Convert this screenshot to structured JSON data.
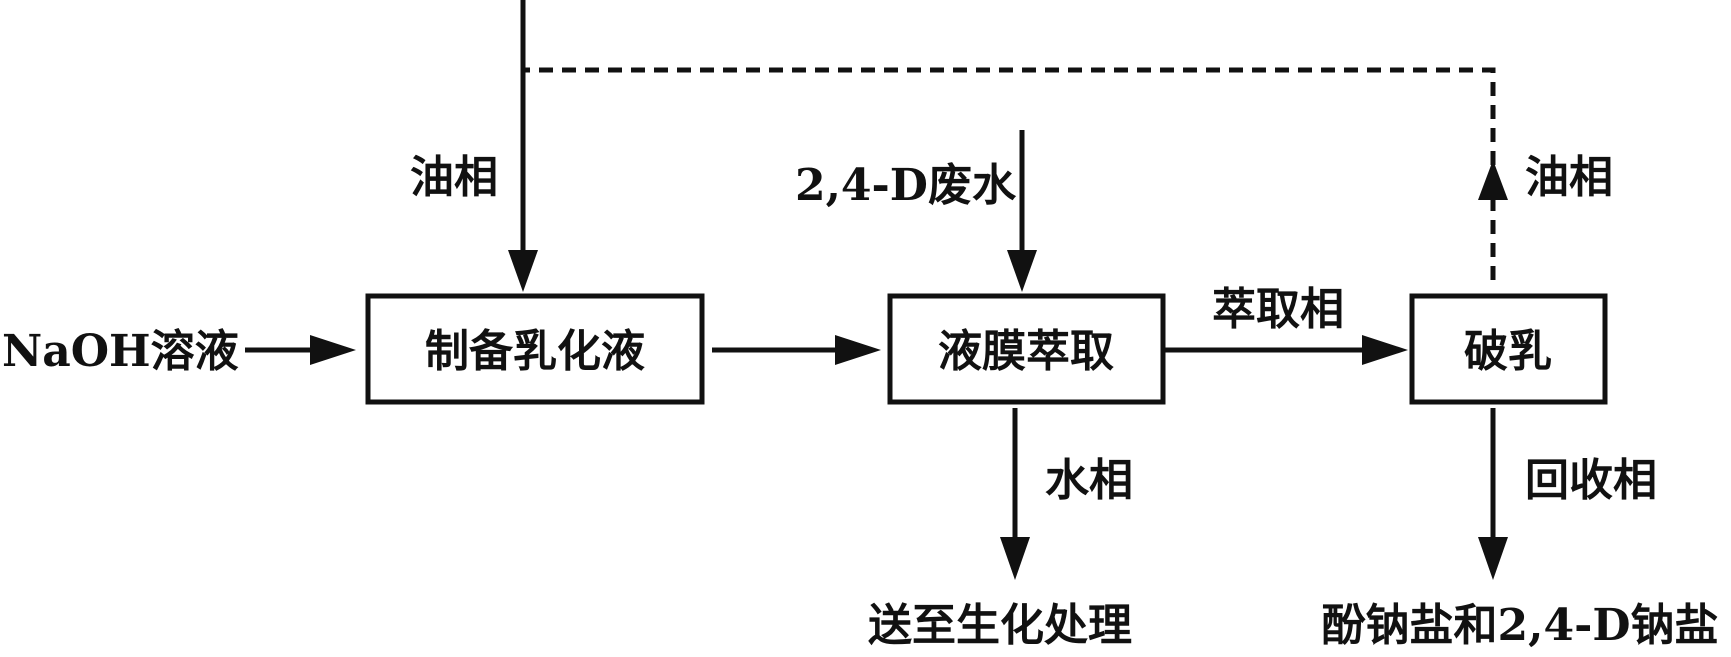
{
  "boxes": {
    "prepare_emulsion": "制备乳化液",
    "membrane_extraction": "液膜萃取",
    "demulsification": "破乳"
  },
  "labels": {
    "naoh_solution": "NaOH溶液",
    "oil_phase_in": "油相",
    "wastewater": "2,4-D废水",
    "extract_phase": "萃取相",
    "oil_phase_recycle": "油相",
    "water_phase": "水相",
    "to_biochemical": "送至生化处理",
    "recovery_phase": "回收相",
    "product": "酚钠盐和2,4-D钠盐"
  }
}
